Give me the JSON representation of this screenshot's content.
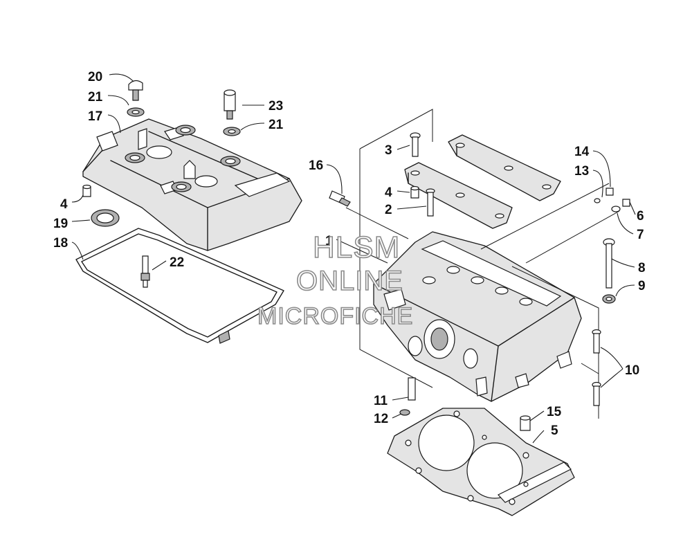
{
  "watermark": {
    "line1": "HLSM",
    "line2": "ONLINE",
    "line3": "MICROFICHE"
  },
  "callouts": {
    "c1": "1",
    "c2": "2",
    "c3": "3",
    "c4a": "4",
    "c4b": "4",
    "c5": "5",
    "c6": "6",
    "c7": "7",
    "c8": "8",
    "c9": "9",
    "c10": "10",
    "c11": "11",
    "c12": "12",
    "c13": "13",
    "c14": "14",
    "c15": "15",
    "c16": "16",
    "c17": "17",
    "c18": "18",
    "c19": "19",
    "c20": "20",
    "c21a": "21",
    "c21b": "21",
    "c22": "22",
    "c23": "23"
  }
}
